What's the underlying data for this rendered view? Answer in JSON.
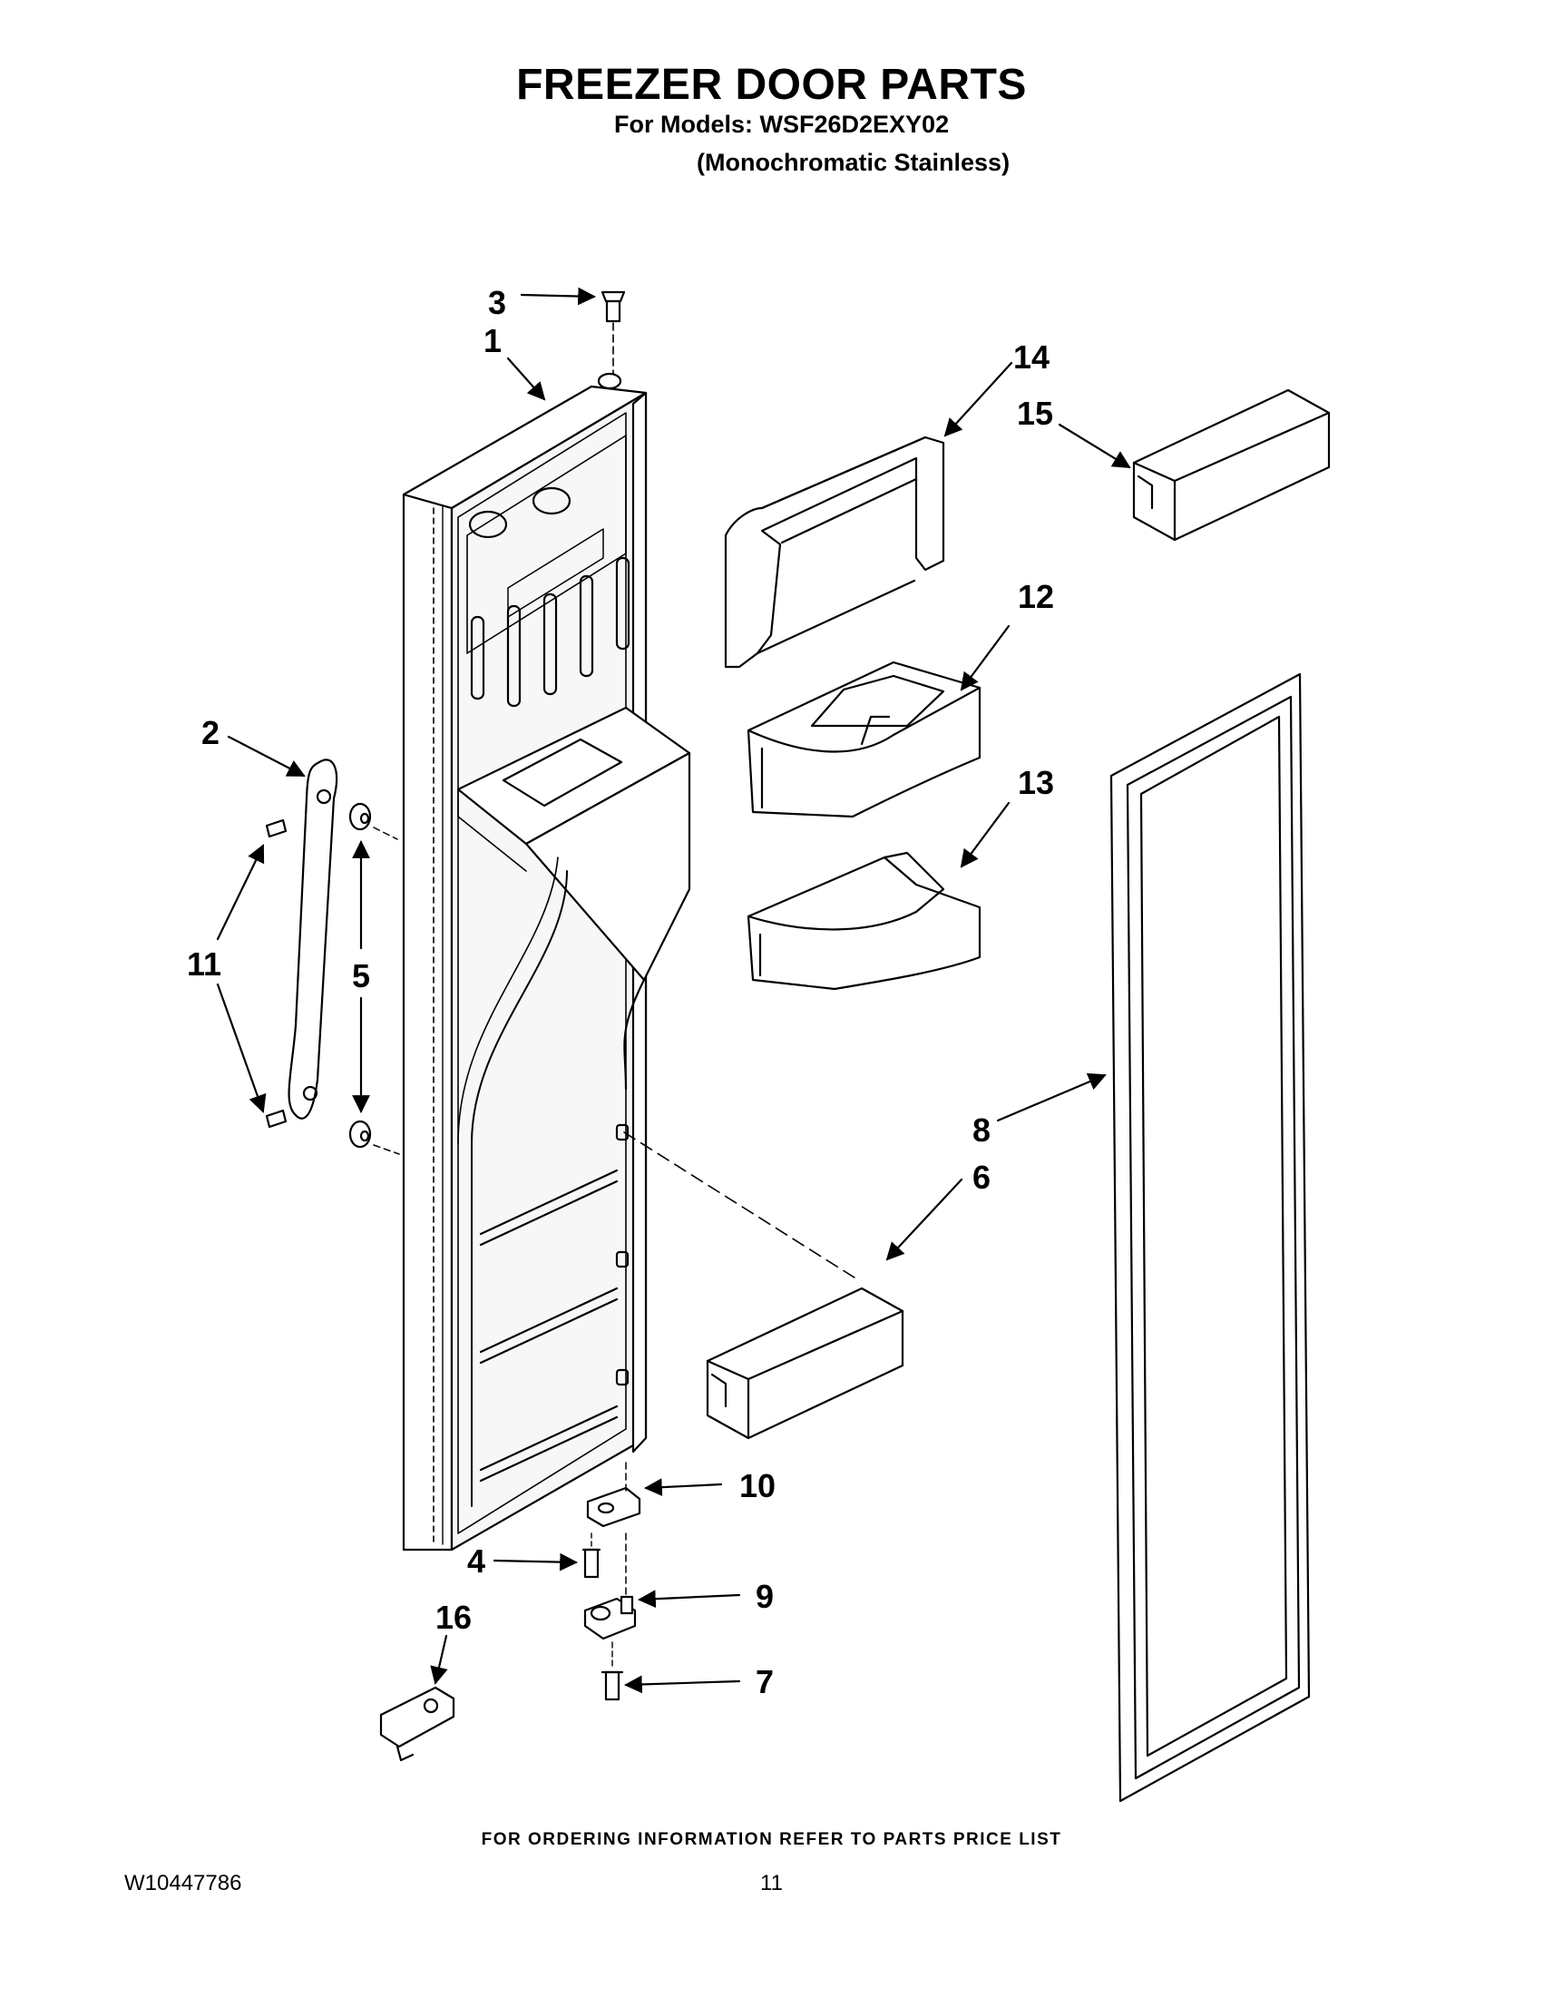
{
  "header": {
    "title": "FREEZER DOOR PARTS",
    "models_line": "For Models: WSF26D2EXY02",
    "variant_line": "(Monochromatic Stainless)"
  },
  "callouts": [
    "1",
    "2",
    "3",
    "4",
    "5",
    "6",
    "7",
    "8",
    "9",
    "10",
    "11",
    "12",
    "13",
    "14",
    "15",
    "16"
  ],
  "footer": {
    "ordering_note": "FOR ORDERING INFORMATION REFER TO PARTS PRICE LIST",
    "doc_number": "W10447786",
    "page_number": "11"
  }
}
